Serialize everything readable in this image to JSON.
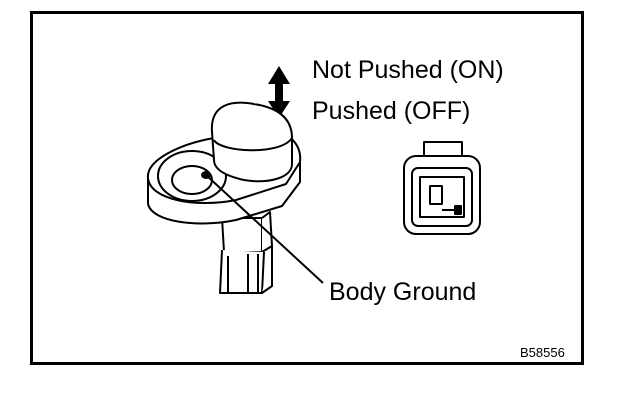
{
  "labels": {
    "not_pushed": "Not Pushed (ON)",
    "pushed": "Pushed (OFF)",
    "body_ground": "Body Ground",
    "figure_code": "B58556"
  },
  "icons": {
    "direction_arrow": "double-vertical-arrow-icon",
    "switch": "door-courtesy-switch",
    "connector": "connector-terminal-icon"
  },
  "colors": {
    "line": "#000000",
    "background": "#ffffff"
  }
}
